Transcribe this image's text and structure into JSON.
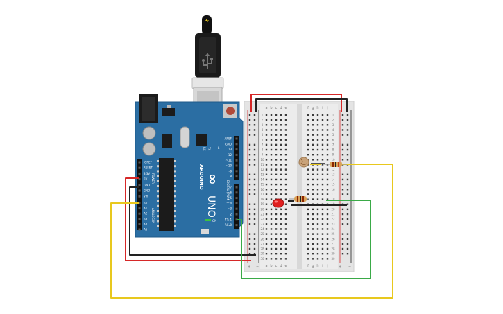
{
  "arduino": {
    "model": "UNO",
    "brand": "ARDUINO",
    "brand_logo_text": "∞",
    "on_label": "ON",
    "tx_label": "TX",
    "rx_label": "RX",
    "l_label": "L",
    "section_power": "POWER",
    "section_analog": "ANALOG IN",
    "section_digital": "DIGITAL (PWM~)",
    "power_pins": [
      "IOREF",
      "RESET",
      "3.3V",
      "5V",
      "GND",
      "GND",
      "Vin"
    ],
    "analog_pins": [
      "A0",
      "A1",
      "A2",
      "A3",
      "A4",
      "A5"
    ],
    "digital_top": [
      "AREF",
      "GND",
      "13",
      "12",
      "~11",
      "~10",
      "~9",
      "8"
    ],
    "digital_bottom": [
      "7",
      "~6",
      "~5",
      "4",
      "~3",
      "2",
      "TX▸1",
      "RX◂0"
    ],
    "colors": {
      "board": "#2b6ea3",
      "board_dark": "#1f5a8a",
      "chip": "#1b1b1b"
    }
  },
  "breadboard": {
    "column_letters_left": [
      "a",
      "b",
      "c",
      "d",
      "e"
    ],
    "column_letters_right": [
      "f",
      "g",
      "h",
      "i",
      "j"
    ],
    "rail_plus": "+",
    "rail_minus": "−",
    "row_count": 30
  },
  "components": {
    "ldr": "photoresistor",
    "led_color": "#e02020",
    "resistor_color": "#d9a35a"
  },
  "wires": {
    "red": "#d62828",
    "black": "#222222",
    "yellow": "#e8c81e",
    "green": "#3aaa48"
  }
}
